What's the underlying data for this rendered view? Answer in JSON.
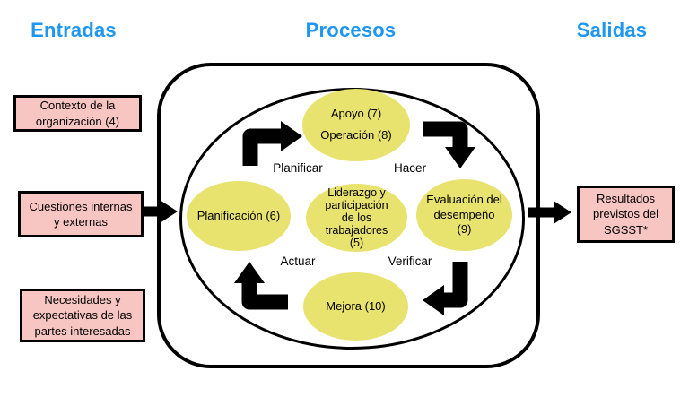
{
  "headers": {
    "entradas": "Entradas",
    "procesos": "Procesos",
    "salidas": "Salidas"
  },
  "colors": {
    "header_blue": "#1e96f2",
    "box_pink": "#f7c6c3",
    "ellipse_yellow": "#e8e26e",
    "line_black": "#000000"
  },
  "input_boxes": [
    {
      "lines": [
        "Contexto de la",
        "organización (4)"
      ]
    },
    {
      "lines": [
        "Cuestiones internas",
        "y externas"
      ]
    },
    {
      "lines": [
        "Necesidades y",
        "expectativas de las",
        "partes interesadas"
      ]
    }
  ],
  "output_box": {
    "lines": [
      "Resultados",
      "previstos del",
      "SGSST*"
    ]
  },
  "pdca": {
    "planificar": "Planificar",
    "hacer": "Hacer",
    "actuar": "Actuar",
    "verificar": "Verificar"
  },
  "ellipses": {
    "apoyo_operacion": {
      "lines": [
        "Apoyo (7)",
        "Operación (8)"
      ]
    },
    "planificacion": {
      "label": "Planificación (6)"
    },
    "liderazgo": {
      "lines": [
        "Liderazgo y",
        "participación",
        "de los",
        "trabajadores",
        "(5)"
      ]
    },
    "evaluacion": {
      "lines": [
        "Evaluación del",
        "desempeño",
        "(9)"
      ]
    },
    "mejora": {
      "label": "Mejora (10)"
    }
  }
}
